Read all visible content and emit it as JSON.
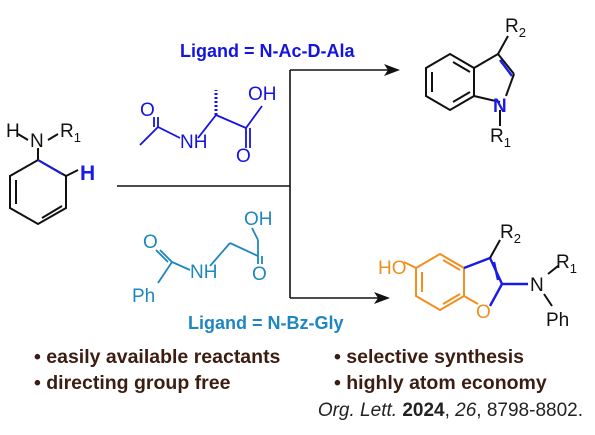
{
  "colors": {
    "blue": "#1414e0",
    "teal": "#1e87c0",
    "orange": "#f0901e",
    "bond_blue": "#1a1ae8",
    "dark": "#3b1d12",
    "black": "#111111"
  },
  "substrate": {
    "atom_n": "N",
    "atom_h_top": "H",
    "group_r1": "R",
    "r1_sub": "1",
    "highlight_h": "H"
  },
  "top_path": {
    "ligand_label": "Ligand = N-Ac-D-Ala",
    "ligand_atoms": {
      "oh": "OH",
      "o": "O",
      "nh": "NH"
    },
    "product": {
      "r2": "R",
      "r2_sub": "2",
      "n": "N",
      "r1": "R",
      "r1_sub": "1"
    }
  },
  "bottom_path": {
    "ligand_label": "Ligand = N-Bz-Gly",
    "ligand_atoms": {
      "oh": "OH",
      "o1": "O",
      "o2": "O",
      "nh": "NH",
      "ph": "Ph"
    },
    "product": {
      "ho": "HO",
      "o": "O",
      "r2": "R",
      "r2_sub": "2",
      "n": "N",
      "r1": "R",
      "r1_sub": "1",
      "ph": "Ph"
    }
  },
  "bullets": {
    "b1": "easily available reactants",
    "b2": "selective synthesis",
    "b3": "directing group free",
    "b4": "highly atom economy",
    "dot": "•"
  },
  "citation": {
    "journal": "Org. Lett.",
    "year": "2024",
    "sep1": ", ",
    "volume": "26",
    "pages": ", 8798-8802."
  }
}
